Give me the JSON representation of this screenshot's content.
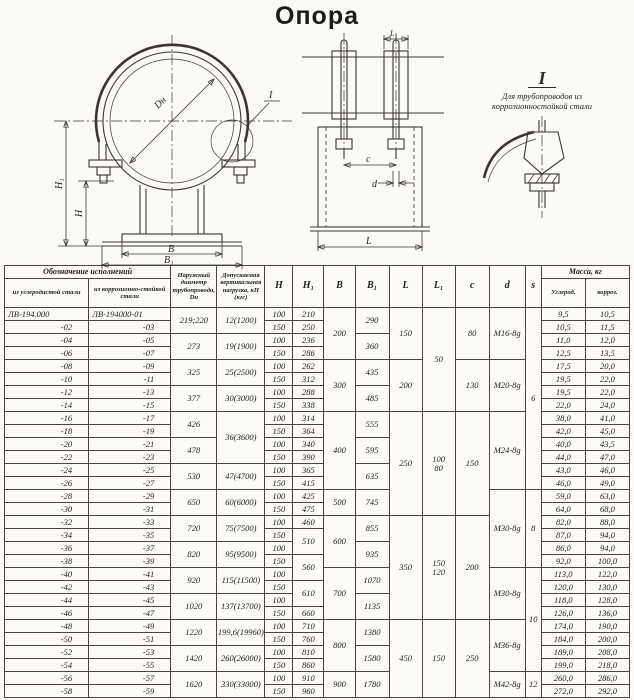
{
  "title": "Опора",
  "colors": {
    "ink": "#3a3733",
    "paper": "#fbfaf7"
  },
  "detail": {
    "marker": "I",
    "note": "Для трубопроводов из\nкоррозионностойкой стали"
  },
  "drawing_labels": {
    "front": {
      "dn": "Dн",
      "h": "H",
      "h1": "H₁",
      "b": "B",
      "b1": "B₁",
      "detail_ref": "I"
    },
    "side": {
      "l": "L",
      "l1": "L₁",
      "c": "c",
      "d": "d"
    }
  },
  "table": {
    "header": {
      "designation_group": "Обозначение исполнений",
      "carbon_steel": "из углеродистой стали",
      "corrosion_steel": "из коррозионно-стойкой стали",
      "diameter": "Наружный диаметр трубопровода, Dн",
      "load": "Допускаемая вертикальная нагрузка, кН (кгс)",
      "h": "H",
      "h1": "H₁",
      "b": "B",
      "b1": "B₁",
      "l": "L",
      "l1": "L₁",
      "c": "c",
      "d": "d",
      "s": "s",
      "mass_group": "Масса, кг",
      "mass_carbon": "Углерод.",
      "mass_corr": "корроз."
    },
    "columns": [
      {
        "key": "carbon",
        "cells": [
          {
            "v": "ЛВ-194.000",
            "align": "left"
          },
          {
            "v": "-02"
          },
          {
            "v": "-04"
          },
          {
            "v": "-06"
          },
          {
            "v": "-08"
          },
          {
            "v": "-10"
          },
          {
            "v": "-12"
          },
          {
            "v": "-14"
          },
          {
            "v": "-16"
          },
          {
            "v": "-18"
          },
          {
            "v": "-20"
          },
          {
            "v": "-22"
          },
          {
            "v": "-24"
          },
          {
            "v": "-26"
          },
          {
            "v": "-28"
          },
          {
            "v": "-30"
          },
          {
            "v": "-32"
          },
          {
            "v": "-34"
          },
          {
            "v": "-36"
          },
          {
            "v": "-38"
          },
          {
            "v": "-40"
          },
          {
            "v": "-42"
          },
          {
            "v": "-44"
          },
          {
            "v": "-46"
          },
          {
            "v": "-48"
          },
          {
            "v": "-50"
          },
          {
            "v": "-52"
          },
          {
            "v": "-54"
          },
          {
            "v": "-56"
          },
          {
            "v": "-58"
          }
        ]
      },
      {
        "key": "corr",
        "cells": [
          {
            "v": "ЛВ-194000-01",
            "align": "left"
          },
          {
            "v": "-03"
          },
          {
            "v": "-05"
          },
          {
            "v": "-07"
          },
          {
            "v": "-09"
          },
          {
            "v": "-11"
          },
          {
            "v": "-13"
          },
          {
            "v": "-15"
          },
          {
            "v": "-17"
          },
          {
            "v": "-19"
          },
          {
            "v": "-21"
          },
          {
            "v": "-23"
          },
          {
            "v": "-25"
          },
          {
            "v": "-27"
          },
          {
            "v": "-29"
          },
          {
            "v": "-31"
          },
          {
            "v": "-33"
          },
          {
            "v": "-35"
          },
          {
            "v": "-37"
          },
          {
            "v": "-39"
          },
          {
            "v": "-41"
          },
          {
            "v": "-43"
          },
          {
            "v": "-45"
          },
          {
            "v": "-47"
          },
          {
            "v": "-49"
          },
          {
            "v": "-51"
          },
          {
            "v": "-53"
          },
          {
            "v": "-55"
          },
          {
            "v": "-57"
          },
          {
            "v": "-59"
          }
        ]
      },
      {
        "key": "dn",
        "cells": [
          {
            "v": "219;220",
            "span": 2
          },
          {
            "v": "273",
            "span": 2
          },
          {
            "v": "325",
            "span": 2
          },
          {
            "v": "377",
            "span": 2
          },
          {
            "v": "426",
            "span": 2
          },
          {
            "v": "478",
            "span": 2
          },
          {
            "v": "530",
            "span": 2
          },
          {
            "v": "650",
            "span": 2
          },
          {
            "v": "720",
            "span": 2
          },
          {
            "v": "820",
            "span": 2
          },
          {
            "v": "920",
            "span": 2
          },
          {
            "v": "1020",
            "span": 2
          },
          {
            "v": "1220",
            "span": 2
          },
          {
            "v": "1420",
            "span": 2
          },
          {
            "v": "1620",
            "span": 2
          }
        ]
      },
      {
        "key": "load",
        "cells": [
          {
            "v": "12(1200)",
            "span": 2
          },
          {
            "v": "19(1900)",
            "span": 2
          },
          {
            "v": "25(2500)",
            "span": 2
          },
          {
            "v": "30(3000)",
            "span": 2
          },
          {
            "v": "36(3600)",
            "span": 4
          },
          {
            "v": "47(4700)",
            "span": 2
          },
          {
            "v": "60(6000)",
            "span": 2
          },
          {
            "v": "75(7500)",
            "span": 2
          },
          {
            "v": "95(9500)",
            "span": 2
          },
          {
            "v": "115(11500)",
            "span": 2
          },
          {
            "v": "137(13700)",
            "span": 2
          },
          {
            "v": "199,6(19960)",
            "span": 2
          },
          {
            "v": "260(26000)",
            "span": 2
          },
          {
            "v": "330(33000)",
            "span": 2
          }
        ]
      },
      {
        "key": "h",
        "cells": [
          {
            "v": "100"
          },
          {
            "v": "150"
          },
          {
            "v": "100"
          },
          {
            "v": "150"
          },
          {
            "v": "100"
          },
          {
            "v": "150"
          },
          {
            "v": "100"
          },
          {
            "v": "150"
          },
          {
            "v": "100"
          },
          {
            "v": "150"
          },
          {
            "v": "100"
          },
          {
            "v": "150"
          },
          {
            "v": "100"
          },
          {
            "v": "150"
          },
          {
            "v": "100"
          },
          {
            "v": "150"
          },
          {
            "v": "100"
          },
          {
            "v": "150"
          },
          {
            "v": "100"
          },
          {
            "v": "150"
          },
          {
            "v": "100"
          },
          {
            "v": "150"
          },
          {
            "v": "100"
          },
          {
            "v": "150"
          },
          {
            "v": "100"
          },
          {
            "v": "150"
          },
          {
            "v": "100"
          },
          {
            "v": "150"
          },
          {
            "v": "100"
          },
          {
            "v": "150"
          }
        ]
      },
      {
        "key": "h1",
        "cells": [
          {
            "v": "210"
          },
          {
            "v": "250"
          },
          {
            "v": "236"
          },
          {
            "v": "286"
          },
          {
            "v": "262"
          },
          {
            "v": "312"
          },
          {
            "v": "288"
          },
          {
            "v": "338"
          },
          {
            "v": "314"
          },
          {
            "v": "364"
          },
          {
            "v": "340"
          },
          {
            "v": "390"
          },
          {
            "v": "365"
          },
          {
            "v": "415"
          },
          {
            "v": "425"
          },
          {
            "v": "475"
          },
          {
            "v": "460"
          },
          {
            "v": "510",
            "span": 2
          },
          {
            "v": "560",
            "span": 2
          },
          {
            "v": "610",
            "span": 2
          },
          {
            "v": "660"
          },
          {
            "v": "710"
          },
          {
            "v": "760"
          },
          {
            "v": "810"
          },
          {
            "v": "860"
          },
          {
            "v": "910"
          },
          {
            "v": "960"
          }
        ]
      },
      {
        "key": "b",
        "cells": [
          {
            "v": "200",
            "span": 4
          },
          {
            "v": "300",
            "span": 4
          },
          {
            "v": "400",
            "span": 6
          },
          {
            "v": "500",
            "span": 2
          },
          {
            "v": "600",
            "span": 4
          },
          {
            "v": "700",
            "span": 4
          },
          {
            "v": "800",
            "span": 4
          },
          {
            "v": "900",
            "span": 2
          }
        ]
      },
      {
        "key": "b1",
        "cells": [
          {
            "v": "290",
            "span": 2
          },
          {
            "v": "360",
            "span": 2
          },
          {
            "v": "435",
            "span": 2
          },
          {
            "v": "485",
            "span": 2
          },
          {
            "v": "555",
            "span": 2
          },
          {
            "v": "595",
            "span": 2
          },
          {
            "v": "635",
            "span": 2
          },
          {
            "v": "745",
            "span": 2
          },
          {
            "v": "855",
            "span": 2
          },
          {
            "v": "935",
            "span": 2
          },
          {
            "v": "1070",
            "span": 2
          },
          {
            "v": "1135",
            "span": 2
          },
          {
            "v": "1380",
            "span": 2
          },
          {
            "v": "1580",
            "span": 2
          },
          {
            "v": "1780",
            "span": 2
          }
        ]
      },
      {
        "key": "l",
        "cells": [
          {
            "v": "150",
            "span": 4
          },
          {
            "v": "200",
            "span": 4
          },
          {
            "v": "250",
            "span": 8
          },
          {
            "v": "350",
            "span": 8
          },
          {
            "v": "450",
            "span": 6
          }
        ]
      },
      {
        "key": "l1",
        "cells": [
          {
            "v": "50",
            "span": 8
          },
          {
            "v": "100\n80",
            "span": 8
          },
          {
            "v": "150\n120",
            "span": 8
          },
          {
            "v": "150",
            "span": 6
          }
        ]
      },
      {
        "key": "c",
        "cells": [
          {
            "v": "80",
            "span": 4
          },
          {
            "v": "130",
            "span": 4
          },
          {
            "v": "150",
            "span": 8
          },
          {
            "v": "200",
            "span": 8
          },
          {
            "v": "250",
            "span": 6
          }
        ]
      },
      {
        "key": "d",
        "cells": [
          {
            "v": "М16-8g",
            "span": 4
          },
          {
            "v": "М20-8g",
            "span": 4
          },
          {
            "v": "М24-8g",
            "span": 6
          },
          {
            "v": "М30-8g",
            "span": 6
          },
          {
            "v": "М30-8g",
            "span": 4
          },
          {
            "v": "М36-8g",
            "span": 4
          },
          {
            "v": "М42-8g",
            "span": 2
          }
        ]
      },
      {
        "key": "s",
        "cells": [
          {
            "v": "6",
            "span": 14
          },
          {
            "v": "8",
            "span": 6
          },
          {
            "v": "10",
            "span": 8
          },
          {
            "v": "12",
            "span": 2
          }
        ]
      },
      {
        "key": "mass_carbon",
        "cells": [
          {
            "v": "9,5"
          },
          {
            "v": "10,5"
          },
          {
            "v": "11,0"
          },
          {
            "v": "12,5"
          },
          {
            "v": "17,5"
          },
          {
            "v": "19,5"
          },
          {
            "v": "19,5"
          },
          {
            "v": "22,0"
          },
          {
            "v": "38,0"
          },
          {
            "v": "42,0"
          },
          {
            "v": "40,0"
          },
          {
            "v": "44,0"
          },
          {
            "v": "43,0"
          },
          {
            "v": "46,0"
          },
          {
            "v": "59,0"
          },
          {
            "v": "64,0"
          },
          {
            "v": "82,0"
          },
          {
            "v": "87,0"
          },
          {
            "v": "86,0"
          },
          {
            "v": "92,0"
          },
          {
            "v": "113,0"
          },
          {
            "v": "120,0"
          },
          {
            "v": "118,0"
          },
          {
            "v": "126,0"
          },
          {
            "v": "174,0"
          },
          {
            "v": "184,0"
          },
          {
            "v": "189,0"
          },
          {
            "v": "199,0"
          },
          {
            "v": "260,0"
          },
          {
            "v": "272,0"
          }
        ]
      },
      {
        "key": "mass_corr",
        "cells": [
          {
            "v": "10,5"
          },
          {
            "v": "11,5"
          },
          {
            "v": "12,0"
          },
          {
            "v": "13,5"
          },
          {
            "v": "20,0"
          },
          {
            "v": "22,0"
          },
          {
            "v": "22,0"
          },
          {
            "v": "24,0"
          },
          {
            "v": "41,0"
          },
          {
            "v": "45,0"
          },
          {
            "v": "43,5"
          },
          {
            "v": "47,0"
          },
          {
            "v": "46,0"
          },
          {
            "v": "49,0"
          },
          {
            "v": "63,0"
          },
          {
            "v": "68,0"
          },
          {
            "v": "88,0"
          },
          {
            "v": "94,0"
          },
          {
            "v": "94,0"
          },
          {
            "v": "100,0"
          },
          {
            "v": "122,0"
          },
          {
            "v": "130,0"
          },
          {
            "v": "128,0"
          },
          {
            "v": "136,0"
          },
          {
            "v": "190,0"
          },
          {
            "v": "200,0"
          },
          {
            "v": "208,0"
          },
          {
            "v": "218,0"
          },
          {
            "v": "286,0"
          },
          {
            "v": "292,0"
          }
        ]
      }
    ]
  }
}
